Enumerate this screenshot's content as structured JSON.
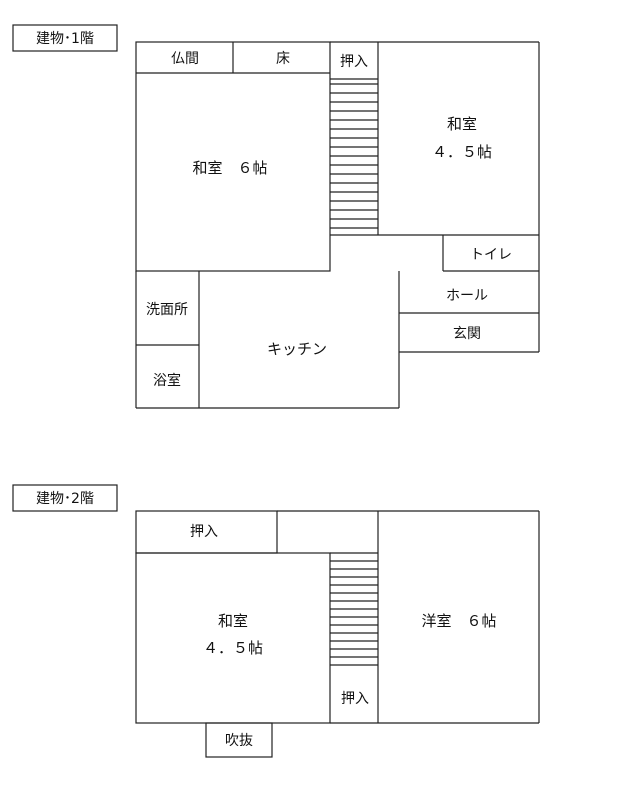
{
  "floor1": {
    "title": "建物･1階",
    "rooms": {
      "butsuma": "仏間",
      "toko": "床",
      "oshiire": "押入",
      "washitsu6": "和室　６帖",
      "washitsu45_a": "和室",
      "washitsu45_b": "４．５帖",
      "toilet": "トイレ",
      "hall": "ホール",
      "genkan": "玄関",
      "senmenjo": "洗面所",
      "yokushitsu": "浴室",
      "kitchen": "キッチン"
    }
  },
  "floor2": {
    "title": "建物･2階",
    "rooms": {
      "oshiire_top": "押入",
      "washitsu45_a": "和室",
      "washitsu45_b": "４．５帖",
      "yoshitsu6": "洋室　６帖",
      "oshiire_bottom": "押入",
      "fukinuke": "吹抜"
    }
  }
}
